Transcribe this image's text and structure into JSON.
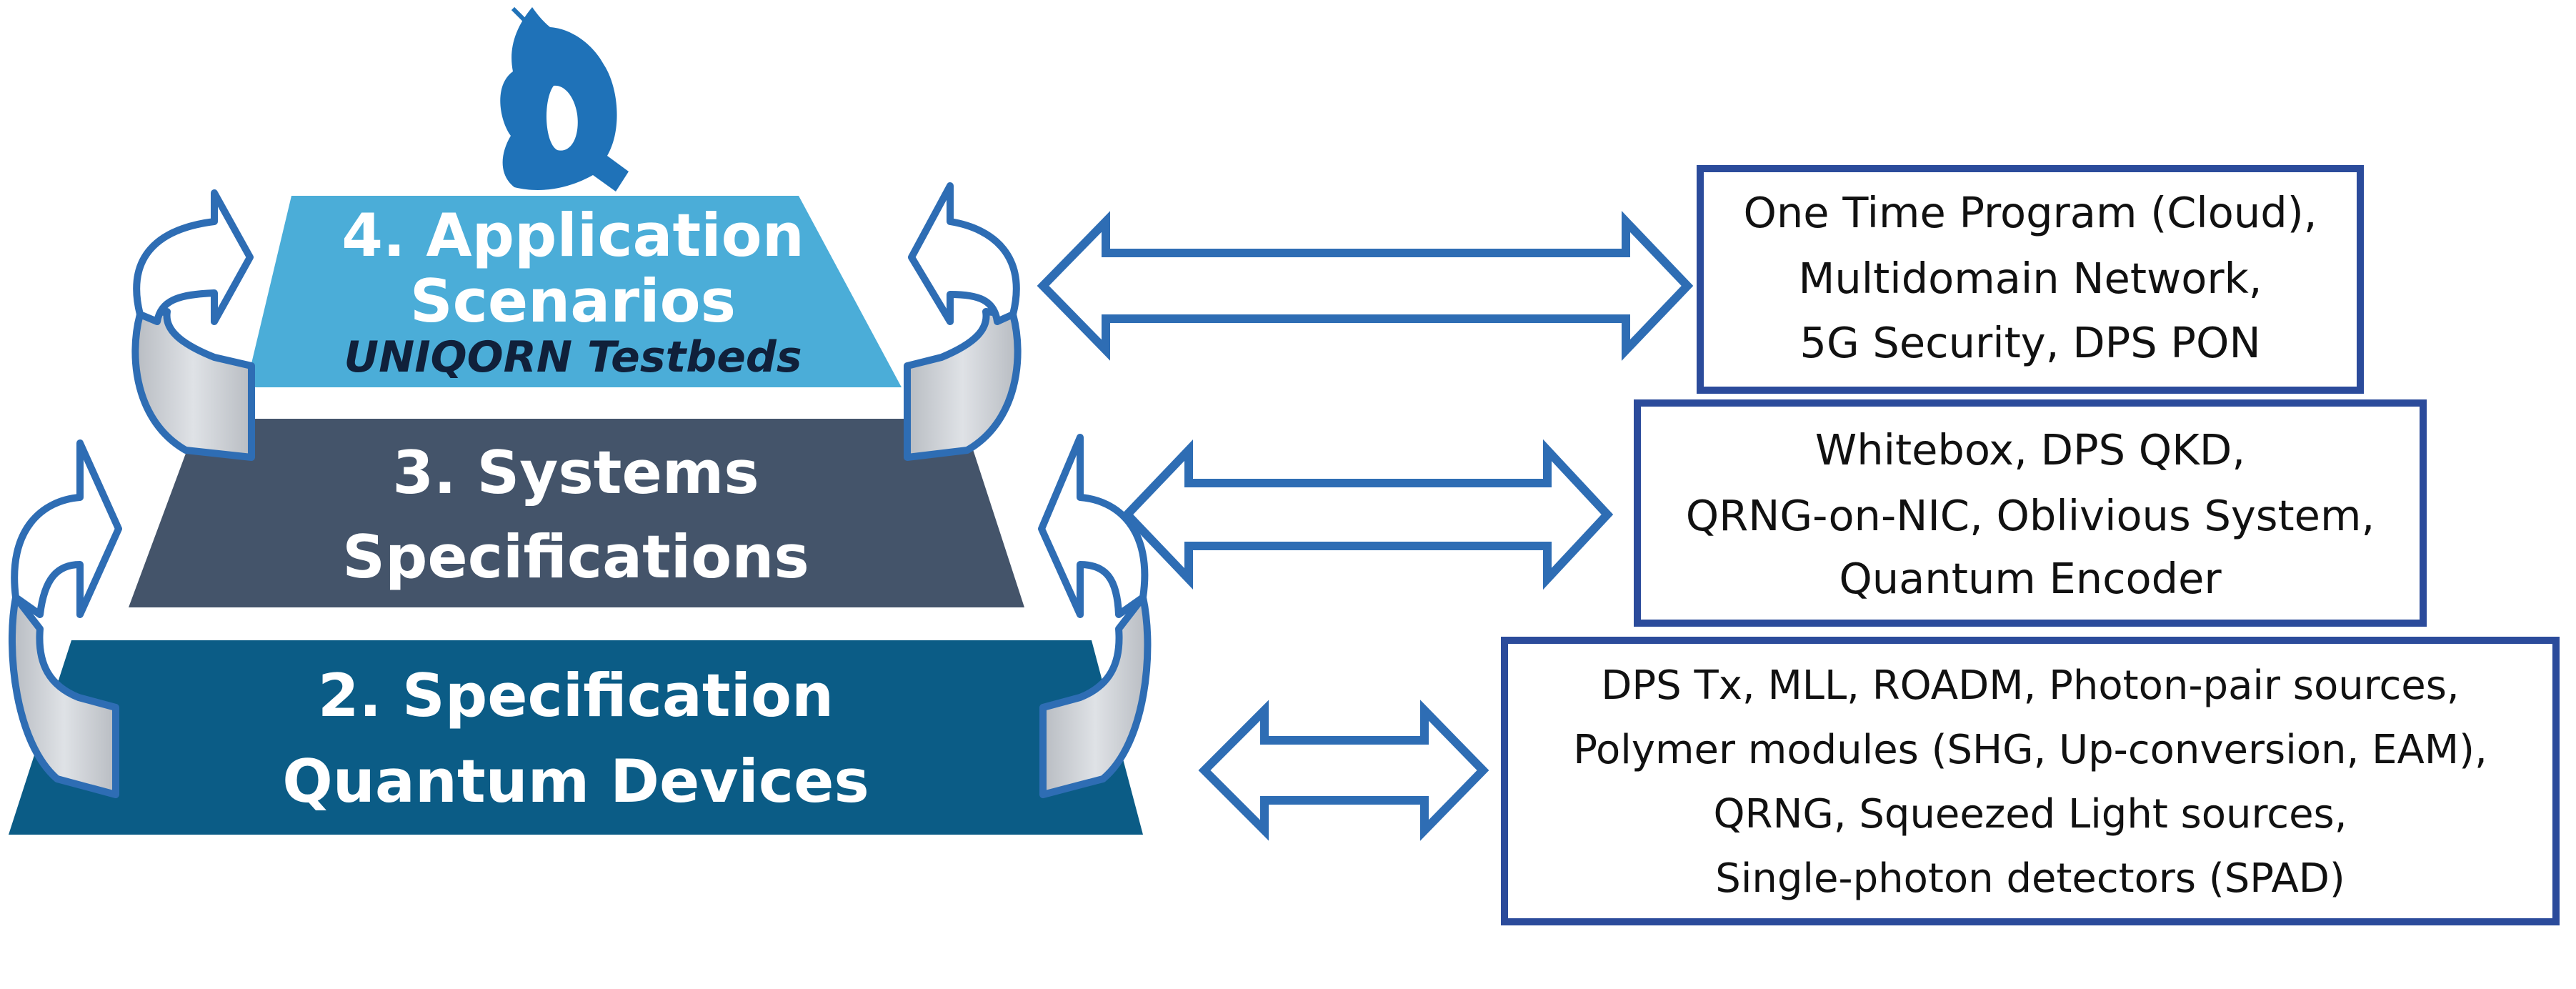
{
  "colors": {
    "tier4": "#4badd8",
    "tier3": "#44546a",
    "tier2": "#0b5c86",
    "arrow_outline": "#2e6db4",
    "box_border": "#2b4b9b",
    "logo": "#1f72b8"
  },
  "logo": {
    "letter": "Q",
    "icon": "unicorn-q-logo-icon"
  },
  "tiers": [
    {
      "line1": "4. Application",
      "line2": "Scenarios",
      "subtitle": "UNIQORN Testbeds"
    },
    {
      "line1": "3. Systems",
      "line2": "Specifications"
    },
    {
      "line1": "2. Specification",
      "line2": "Quantum Devices"
    }
  ],
  "boxes": [
    {
      "lines": [
        "One Time Program (Cloud),",
        "Multidomain Network,",
        "5G Security, DPS PON"
      ]
    },
    {
      "lines": [
        "Whitebox, DPS QKD,",
        "QRNG-on-NIC, Oblivious System,",
        "Quantum Encoder"
      ]
    },
    {
      "lines": [
        "DPS Tx, MLL, ROADM, Photon-pair sources,",
        "Polymer modules (SHG, Up-conversion, EAM),",
        "QRNG, Squeezed Light sources,",
        "Single-photon detectors (SPAD)"
      ]
    }
  ]
}
